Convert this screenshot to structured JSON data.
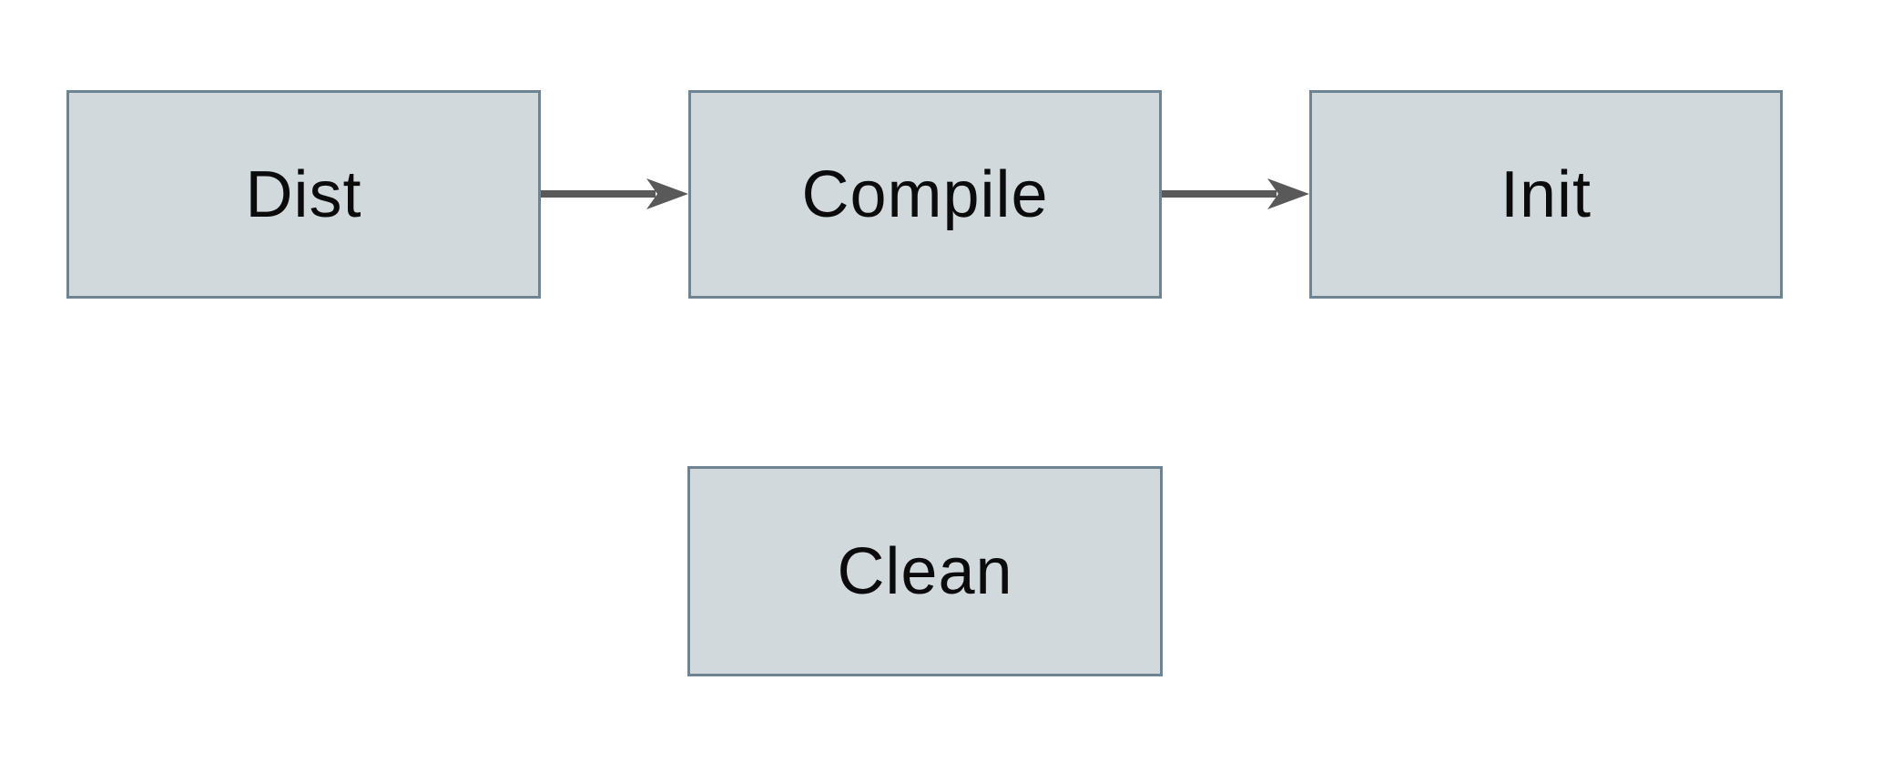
{
  "diagram": {
    "type": "flowchart",
    "background_color": "#ffffff",
    "node_fill_color": "#d1d9dc",
    "node_border_color": "#6e8492",
    "arrow_color": "#595959",
    "label_color": "#0b0b0b",
    "nodes": [
      {
        "id": "dist",
        "label": "Dist"
      },
      {
        "id": "compile",
        "label": "Compile"
      },
      {
        "id": "init",
        "label": "Init"
      },
      {
        "id": "clean",
        "label": "Clean"
      }
    ],
    "edges": [
      {
        "from": "Dist",
        "to": "Compile"
      },
      {
        "from": "Compile",
        "to": "Init"
      }
    ]
  }
}
